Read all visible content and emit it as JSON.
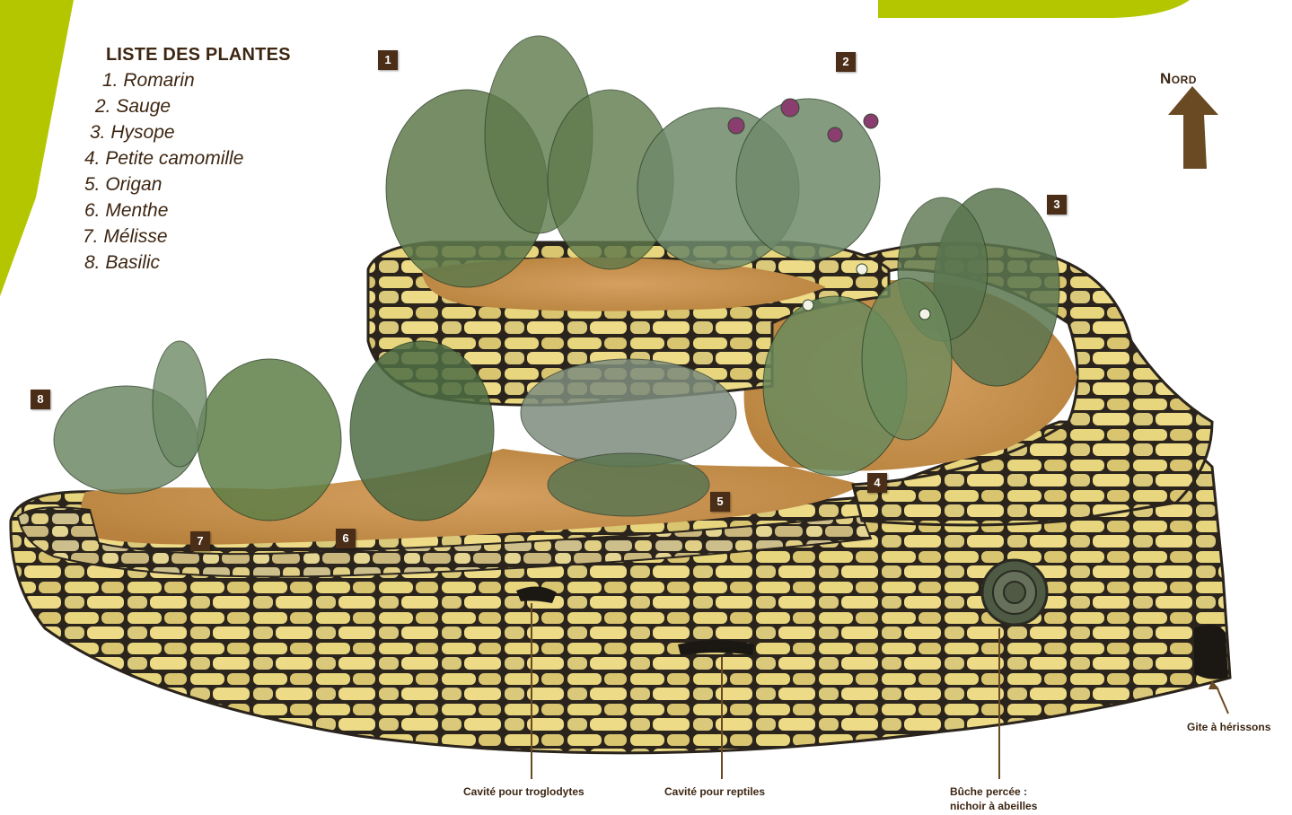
{
  "plant_list": {
    "title": "LISTE DES PLANTES",
    "items": [
      "1. Romarin",
      "2. Sauge",
      "3. Hysope",
      "4. Petite camomille",
      "5. Origan",
      "6. Menthe",
      "7. Mélisse",
      "8. Basilic"
    ]
  },
  "markers": [
    "1",
    "2",
    "3",
    "4",
    "5",
    "6",
    "7",
    "8"
  ],
  "compass": {
    "label": "Nord"
  },
  "annotations": {
    "troglodytes": "Cavité pour troglodytes",
    "reptiles": "Cavité pour reptiles",
    "buche_line1": "Bûche percée :",
    "buche_line2": "nichoir à abeilles",
    "herissons": "Gite à hérissons"
  },
  "colors": {
    "accent_green": "#b4c600",
    "stone": "#e6d27c",
    "stone_outline": "#2a241d",
    "soil": "#c89450",
    "marker": "#4a2e18",
    "text_brown": "#3d2612",
    "arrow_brown": "#6a4a22"
  },
  "icons": [
    "north-arrow-icon",
    "bee-log-icon"
  ]
}
